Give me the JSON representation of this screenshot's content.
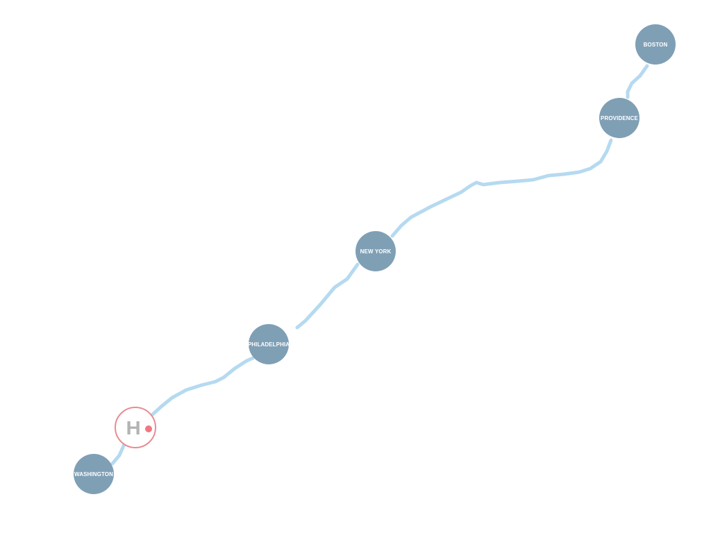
{
  "colors": {
    "route": "#b5daf0",
    "station_fill": "#7f9fb5",
    "station_text": "#ffffff",
    "marker_border": "#e98b93",
    "marker_dot": "#f07880",
    "marker_logo": "#b3b3b3"
  },
  "stations": {
    "washington": {
      "label": "WASHINGTON"
    },
    "philadelphia": {
      "label": "PHILADELPHIA"
    },
    "new_york": {
      "label": "NEW YORK"
    },
    "providence": {
      "label": "PROVIDENCE"
    },
    "boston": {
      "label": "BOSTON"
    }
  },
  "marker": {
    "logo_text": "H",
    "logo_icon": "hyperloop-logo-icon",
    "dot_icon": "status-dot-icon"
  }
}
